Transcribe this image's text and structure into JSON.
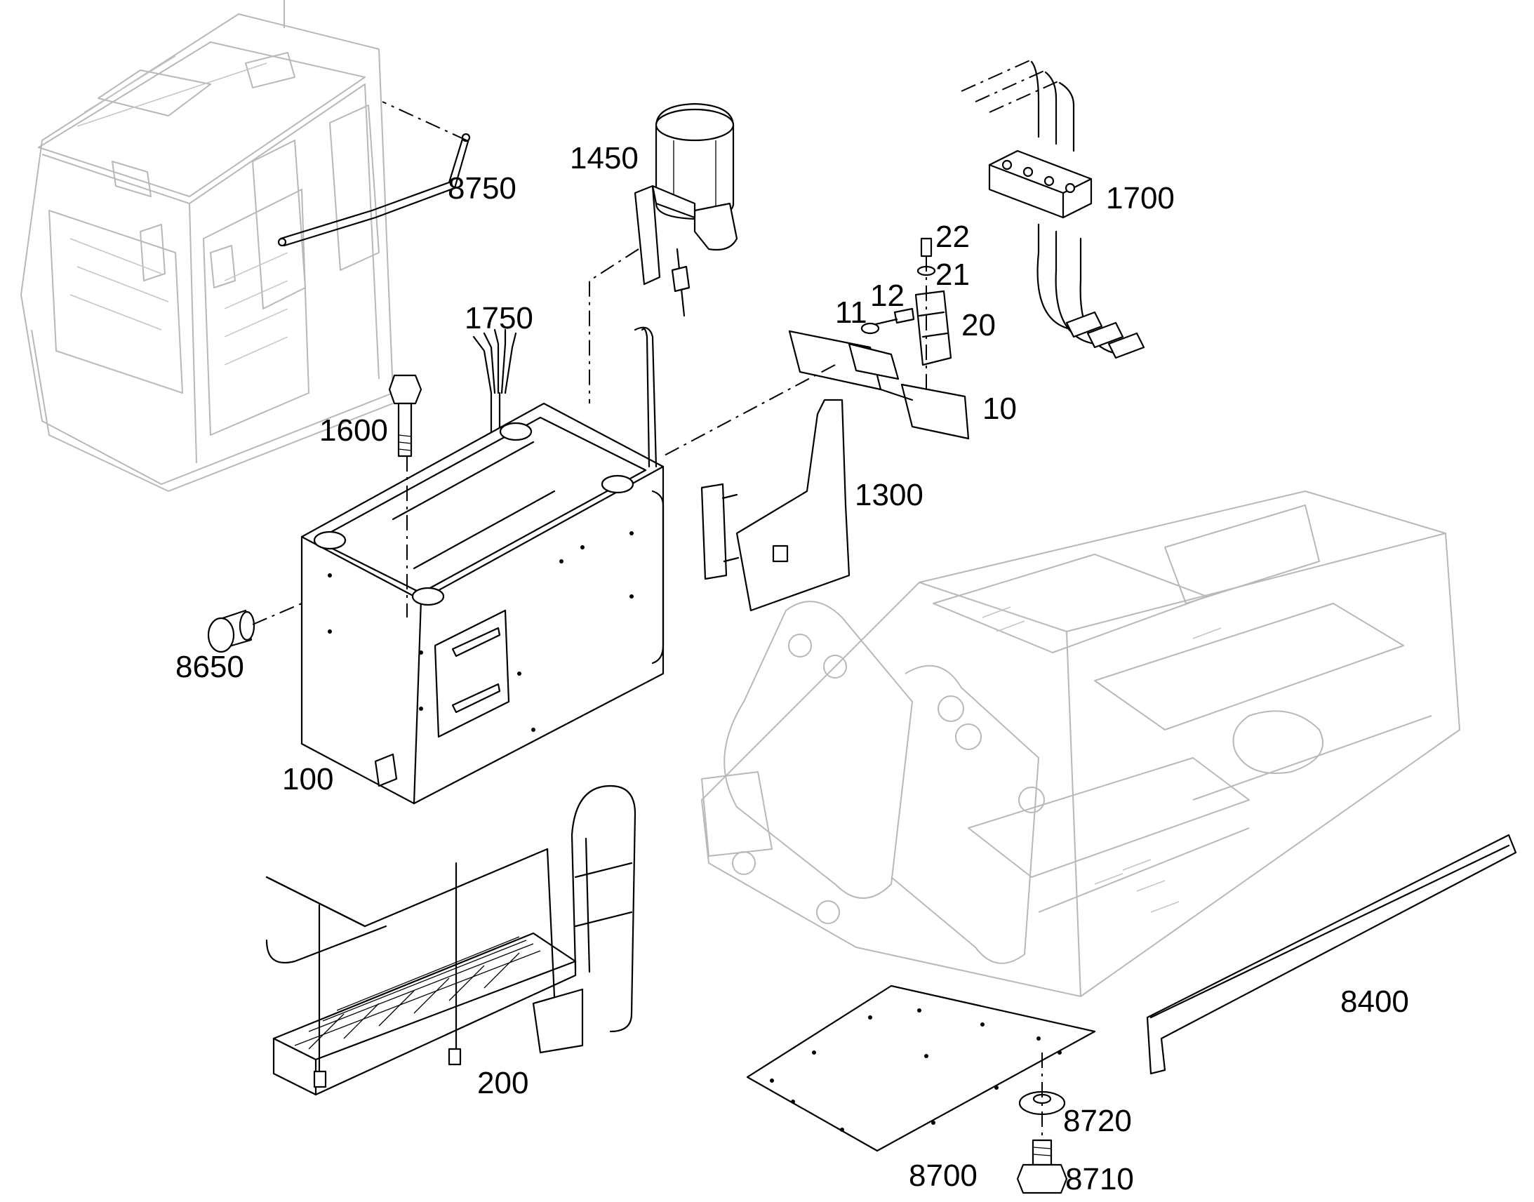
{
  "callouts": [
    {
      "id": "cab-handrail",
      "label": "8750"
    },
    {
      "id": "lubrication-pump",
      "label": "1450"
    },
    {
      "id": "distributor-block",
      "label": "1700"
    },
    {
      "id": "screw-22",
      "label": "22"
    },
    {
      "id": "washer-21",
      "label": "21"
    },
    {
      "id": "screw-12",
      "label": "12"
    },
    {
      "id": "washer-11",
      "label": "11"
    },
    {
      "id": "bracket-20",
      "label": "20"
    },
    {
      "id": "bracket-10",
      "label": "10"
    },
    {
      "id": "wiring",
      "label": "1750"
    },
    {
      "id": "bolt-1600",
      "label": "1600"
    },
    {
      "id": "cover-1300",
      "label": "1300"
    },
    {
      "id": "cap-8650",
      "label": "8650"
    },
    {
      "id": "tank-100",
      "label": "100"
    },
    {
      "id": "platform-200",
      "label": "200"
    },
    {
      "id": "rail-8400",
      "label": "8400"
    },
    {
      "id": "washer-8720",
      "label": "8720"
    },
    {
      "id": "plate-8700",
      "label": "8700"
    },
    {
      "id": "bolt-8710",
      "label": "8710"
    }
  ]
}
